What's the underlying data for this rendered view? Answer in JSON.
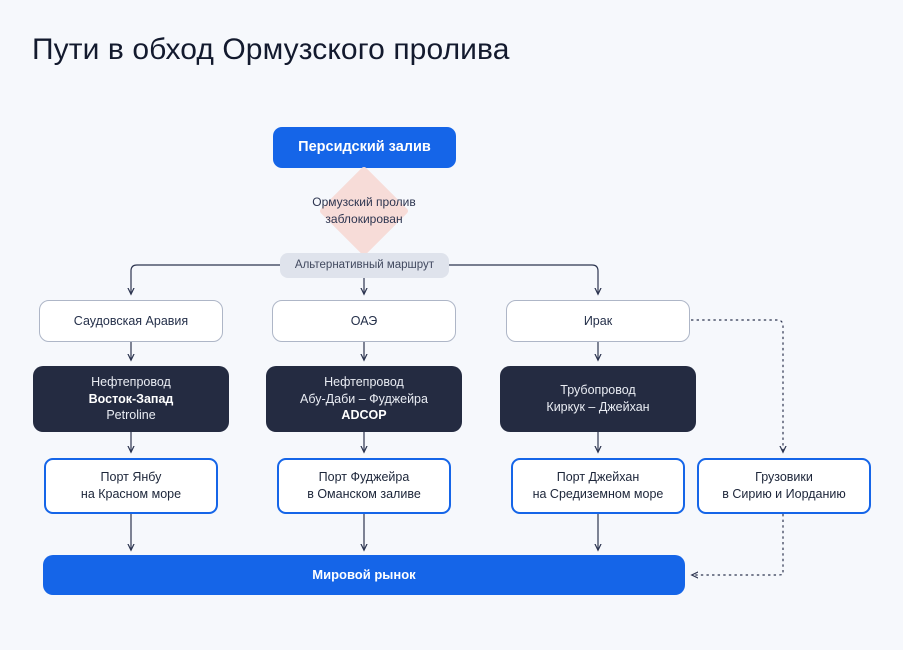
{
  "page": {
    "title": "Пути в обход Ормузского пролива",
    "background_color": "#f6f8fc"
  },
  "colors": {
    "accent_blue": "#1565e8",
    "pipeline_navy": "#242b41",
    "diamond_pink": "#f7dcd8",
    "route_pill_gray": "#dfe3ec",
    "country_border": "#aeb6c7",
    "connector_line": "#2d3550",
    "text_dark": "#1b2135"
  },
  "diagram": {
    "source": {
      "label": "Персидский залив"
    },
    "decision": {
      "label": "Ормузский пролив\nзаблокирован"
    },
    "route": {
      "label": "Альтернативный маршрут"
    },
    "countries": [
      {
        "label": "Саудовская Аравия"
      },
      {
        "label": "ОАЭ"
      },
      {
        "label": "Ирак"
      }
    ],
    "pipelines": [
      {
        "line1": "Нефтепровод",
        "line2": "Восток-Запад",
        "line3": "Petroline",
        "bold_line": 2
      },
      {
        "line1": "Нефтепровод",
        "line2": "Абу-Даби – Фуджейра",
        "line3": "ADCOP",
        "bold_line": 3
      },
      {
        "line1": "Трубопровод",
        "line2": "Киркук – Джейхан",
        "line3": "",
        "bold_line": 0
      }
    ],
    "outlets": [
      {
        "label": "Порт Янбу\nна Красном море"
      },
      {
        "label": "Порт Фуджейра\nв Оманском заливе"
      },
      {
        "label": "Порт Джейхан\nна Средиземном море"
      },
      {
        "label": "Грузовики\nв Сирию и Иорданию"
      }
    ],
    "market": {
      "label": "Мировой рынок"
    }
  }
}
